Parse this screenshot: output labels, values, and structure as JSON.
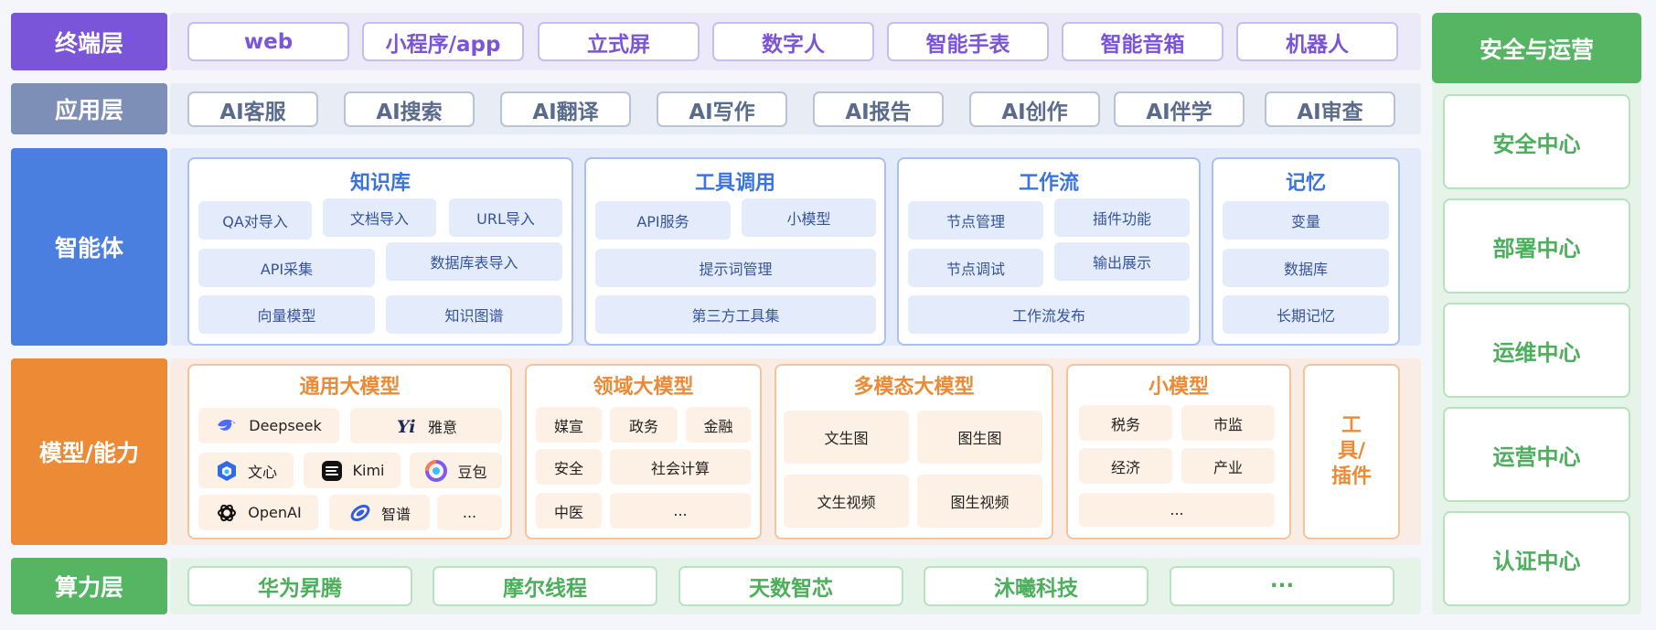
{
  "colors": {
    "terminal": "#7b55d9",
    "application": "#7d8fb6",
    "agent": "#4a7fe0",
    "model": "#ec8a36",
    "compute": "#56b562",
    "security": "#56b562"
  },
  "terminal": {
    "label": "终端层",
    "items": [
      "web",
      "小程序/app",
      "立式屏",
      "数字人",
      "智能手表",
      "智能音箱",
      "机器人"
    ]
  },
  "application": {
    "label": "应用层",
    "items": [
      "AI客服",
      "AI搜索",
      "AI翻译",
      "AI写作",
      "AI报告",
      "AI创作",
      "AI伴学",
      "AI审查"
    ]
  },
  "agent": {
    "label": "智能体",
    "knowledge": {
      "title": "知识库",
      "items": [
        "QA对导入",
        "文档导入",
        "URL导入",
        "API采集",
        "数据库表导入",
        "向量模型",
        "知识图谱"
      ]
    },
    "tools": {
      "title": "工具调用",
      "items": [
        "API服务",
        "小模型",
        "提示词管理",
        "第三方工具集"
      ]
    },
    "workflow": {
      "title": "工作流",
      "items": [
        "节点管理",
        "插件功能",
        "节点调试",
        "输出展示",
        "工作流发布"
      ]
    },
    "memory": {
      "title": "记忆",
      "items": [
        "变量",
        "数据库",
        "长期记忆"
      ]
    }
  },
  "model": {
    "label": "模型/能力",
    "general": {
      "title": "通用大模型",
      "items": [
        {
          "name": "Deepseek",
          "icon": "deepseek-icon"
        },
        {
          "name": "雅意",
          "icon": "yayi-icon"
        },
        {
          "name": "文心",
          "icon": "wenxin-icon"
        },
        {
          "name": "Kimi",
          "icon": "kimi-icon"
        },
        {
          "name": "豆包",
          "icon": "doubao-icon"
        },
        {
          "name": "OpenAI",
          "icon": "openai-icon"
        },
        {
          "name": "智谱",
          "icon": "zhipu-icon"
        },
        {
          "name": "...",
          "icon": ""
        }
      ]
    },
    "domain": {
      "title": "领域大模型",
      "items": [
        "媒宣",
        "政务",
        "金融",
        "安全",
        "社会计算",
        "中医",
        "..."
      ]
    },
    "multimodal": {
      "title": "多模态大模型",
      "items": [
        "文生图",
        "图生图",
        "文生视频",
        "图生视频"
      ]
    },
    "small": {
      "title": "小模型",
      "items": [
        "税务",
        "市监",
        "经济",
        "产业",
        "..."
      ]
    },
    "tools": {
      "title": "工具/插件"
    }
  },
  "compute": {
    "label": "算力层",
    "items": [
      "华为昇腾",
      "摩尔线程",
      "天数智芯",
      "沐曦科技",
      "···"
    ]
  },
  "security": {
    "title": "安全与运营",
    "items": [
      "安全中心",
      "部署中心",
      "运维中心",
      "运营中心",
      "认证中心"
    ]
  }
}
